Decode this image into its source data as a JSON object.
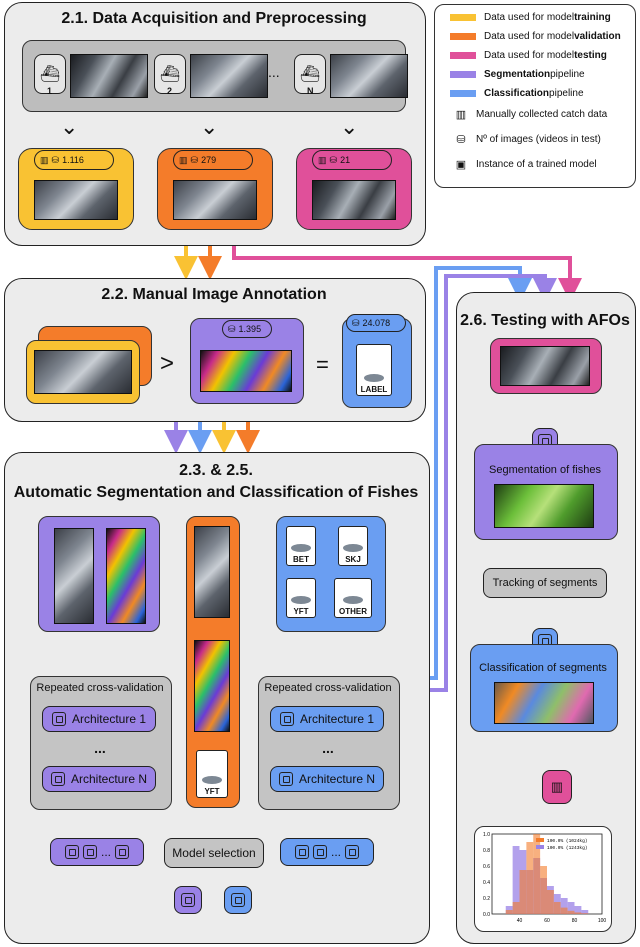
{
  "sections": {
    "acquisition_title": "2.1. Data Acquisition and Preprocessing",
    "annotation_title": "2.2. Manual Image Annotation",
    "segmentation_title_1": "2.3. & 2.5.",
    "segmentation_title_2": "Automatic Segmentation and Classification of Fishes",
    "testing_title": "2.6. Testing with AFOs"
  },
  "legend": {
    "items": [
      {
        "prefix": "Data used for model ",
        "bold": "training",
        "suffix": "",
        "color": "#f9c233"
      },
      {
        "prefix": "Data used for model ",
        "bold": "validation",
        "suffix": "",
        "color": "#f47c2a"
      },
      {
        "prefix": "Data used for model ",
        "bold": "testing",
        "suffix": "",
        "color": "#e0509a"
      },
      {
        "prefix": "",
        "bold": "Segmentation",
        "suffix": " pipeline",
        "color": "#9a82e6"
      },
      {
        "prefix": "",
        "bold": "Classification",
        "suffix": " pipeline",
        "color": "#6a9ef2"
      }
    ],
    "icon_items": [
      {
        "icon": "bar-chart-icon",
        "label": "Manually collected catch data"
      },
      {
        "icon": "database-icon",
        "label": "Nº of images (videos in test)"
      },
      {
        "icon": "chip-icon",
        "label": "Instance of a trained model"
      }
    ]
  },
  "vessels": {
    "labels": [
      "1",
      "2",
      "N"
    ],
    "ellipsis": "..."
  },
  "datasets": {
    "training_count": "1.116",
    "validation_count": "279",
    "testing_count": "21"
  },
  "annotation": {
    "annotated_count": "1.395",
    "label_count": "24.078",
    "gt_sign": ">",
    "eq_sign": "=",
    "label_card": "LABEL"
  },
  "segmentation": {
    "cv_title": "Repeated cross-validation",
    "arch_1": "Architecture 1",
    "arch_n": "Architecture N",
    "dots": "...",
    "species": [
      "BET",
      "SKJ",
      "YFT",
      "OTHER"
    ],
    "yft_card": "YFT",
    "model_selection": "Model selection"
  },
  "testing": {
    "seg_label": "Segmentation of fishes",
    "tracking_label": "Tracking of segments",
    "classification_label": "Classification of segments"
  },
  "colors": {
    "training": "#f9c233",
    "validation": "#f47c2a",
    "testing": "#e0509a",
    "segmentation": "#9a82e6",
    "classification": "#6a9ef2"
  },
  "chart_data": {
    "type": "bar",
    "series": [
      {
        "name": "100.0% (1024kg)",
        "color": "#f47c2a"
      },
      {
        "name": "100.0% (1243kg)",
        "color": "#9a82e6"
      }
    ],
    "x_ticks": [
      "40",
      "60",
      "80",
      "100"
    ],
    "y_ticks": [
      "0.0",
      "0.2",
      "0.4",
      "0.6",
      "0.8",
      "1.0"
    ],
    "xlim": [
      20,
      100
    ],
    "ylim": [
      0,
      1.0
    ],
    "bins": [
      30,
      35,
      40,
      45,
      50,
      55,
      60,
      65,
      70,
      75,
      80,
      85
    ],
    "values_a": [
      0.05,
      0.15,
      0.55,
      0.9,
      1.0,
      0.6,
      0.3,
      0.15,
      0.08,
      0.04,
      0.02,
      0.01
    ],
    "values_b": [
      0.1,
      0.85,
      0.8,
      0.55,
      0.7,
      0.45,
      0.35,
      0.25,
      0.2,
      0.15,
      0.1,
      0.05
    ]
  }
}
